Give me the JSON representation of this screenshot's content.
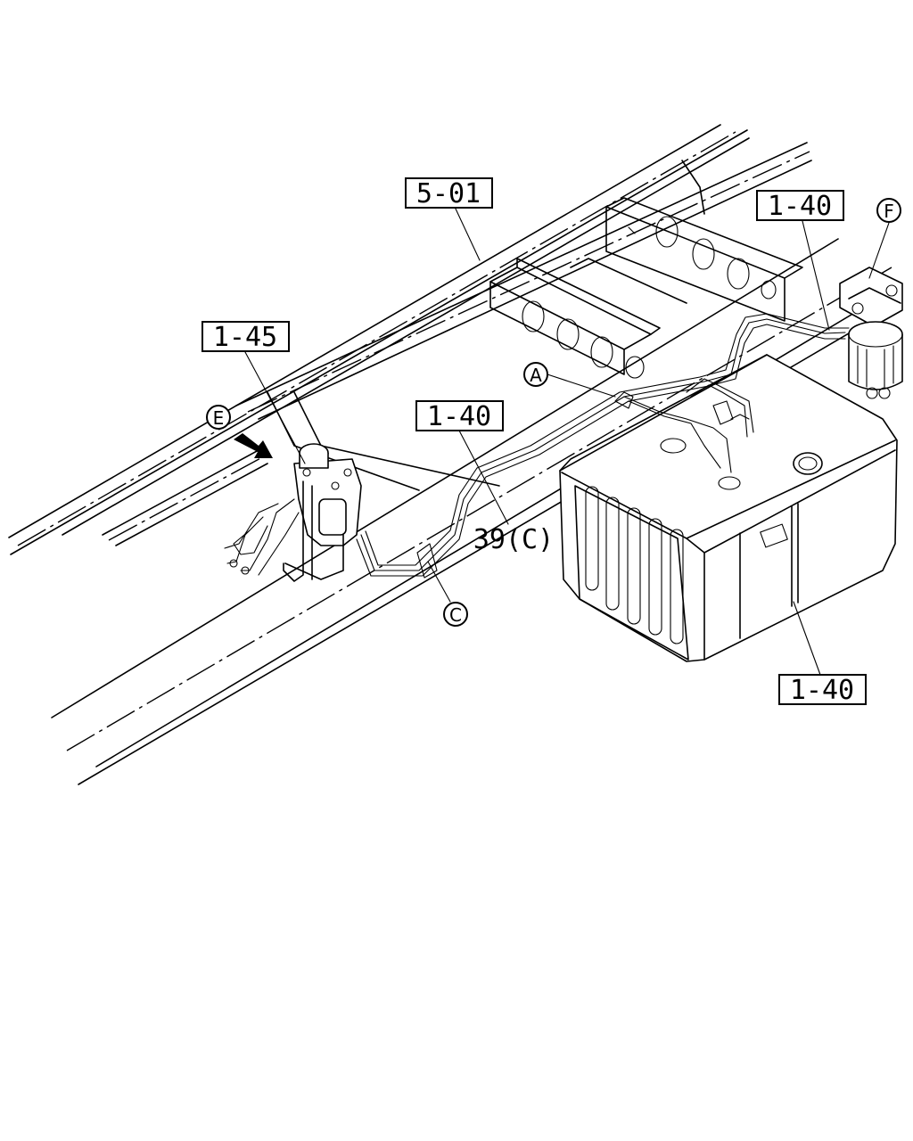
{
  "callouts": {
    "frame_ref": "5-01",
    "pipe_ref_upper": "1-40",
    "filter_ref": "1-45",
    "pipe_ref_middle": "1-40",
    "clip_ref": "39(C)",
    "tank_ref": "1-40"
  },
  "detail_markers": {
    "a": "A",
    "c": "C",
    "e": "E",
    "f": "F"
  },
  "icons": {
    "direction_arrow": "arrow-right-down-icon"
  }
}
